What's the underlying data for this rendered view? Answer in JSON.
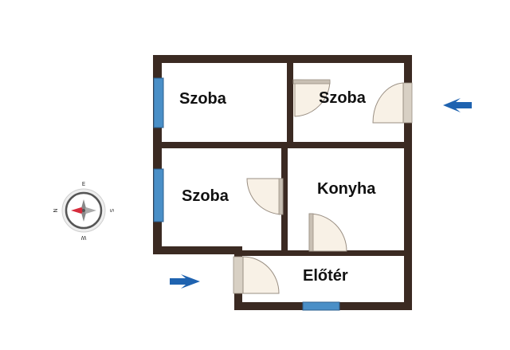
{
  "rooms": [
    {
      "label": "Szoba"
    },
    {
      "label": "Szoba"
    },
    {
      "label": "Szoba"
    },
    {
      "label": "Konyha"
    },
    {
      "label": "Előtér"
    }
  ],
  "compass": {
    "n": "N",
    "e": "E",
    "s": "S",
    "w": "W"
  },
  "colors": {
    "wall": "#3b2a22",
    "floor": "#ffffff",
    "window": "#4a8fc7",
    "door_fill": "#f8f1e6",
    "door_leaf": "#c9c0b4",
    "arrow": "#1f63b0",
    "compass_needle": "#d62c3c"
  },
  "icons": {
    "entrance_arrow_right": "arrow-right-icon",
    "entrance_arrow_left": "arrow-left-icon",
    "compass": "compass-icon"
  }
}
